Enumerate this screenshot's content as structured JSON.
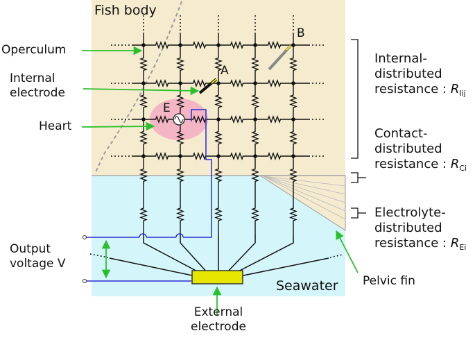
{
  "labels": {
    "fish_body": "Fish body",
    "seawater": "Seawater",
    "operculum": "Operculum",
    "internal_electrode_l1": "Internal",
    "internal_electrode_l2": "electrode",
    "heart": "Heart",
    "output_voltage_l1": "Output",
    "output_voltage_l2": "voltage V",
    "external_electrode_l1": "External",
    "external_electrode_l2": "electrode",
    "pelvic_fin": "Pelvic fin",
    "point_a": "A",
    "point_b": "B",
    "point_e": "E"
  },
  "legend": {
    "internal_l1": "Internal-",
    "internal_l2": "distributed",
    "internal_l3": "resistance : ",
    "internal_sym": "R",
    "internal_sub": "Iij",
    "contact_l1": "Contact-",
    "contact_l2": "distributed",
    "contact_l3": "resistance : ",
    "contact_sym": "R",
    "contact_sub": "Ci",
    "electrolyte_l1": "Electrolyte-",
    "electrolyte_l2": "distributed",
    "electrolyte_l3": "resistance : ",
    "electrolyte_sym": "R",
    "electrolyte_sub": "Ei"
  },
  "colors": {
    "body": "#f5ebcf",
    "seawater": "#d4f6fa",
    "heart": "#f4b6c4",
    "arrow": "#2bc02b",
    "wire": "#2b2bd0",
    "electrode": "#e6e600"
  }
}
